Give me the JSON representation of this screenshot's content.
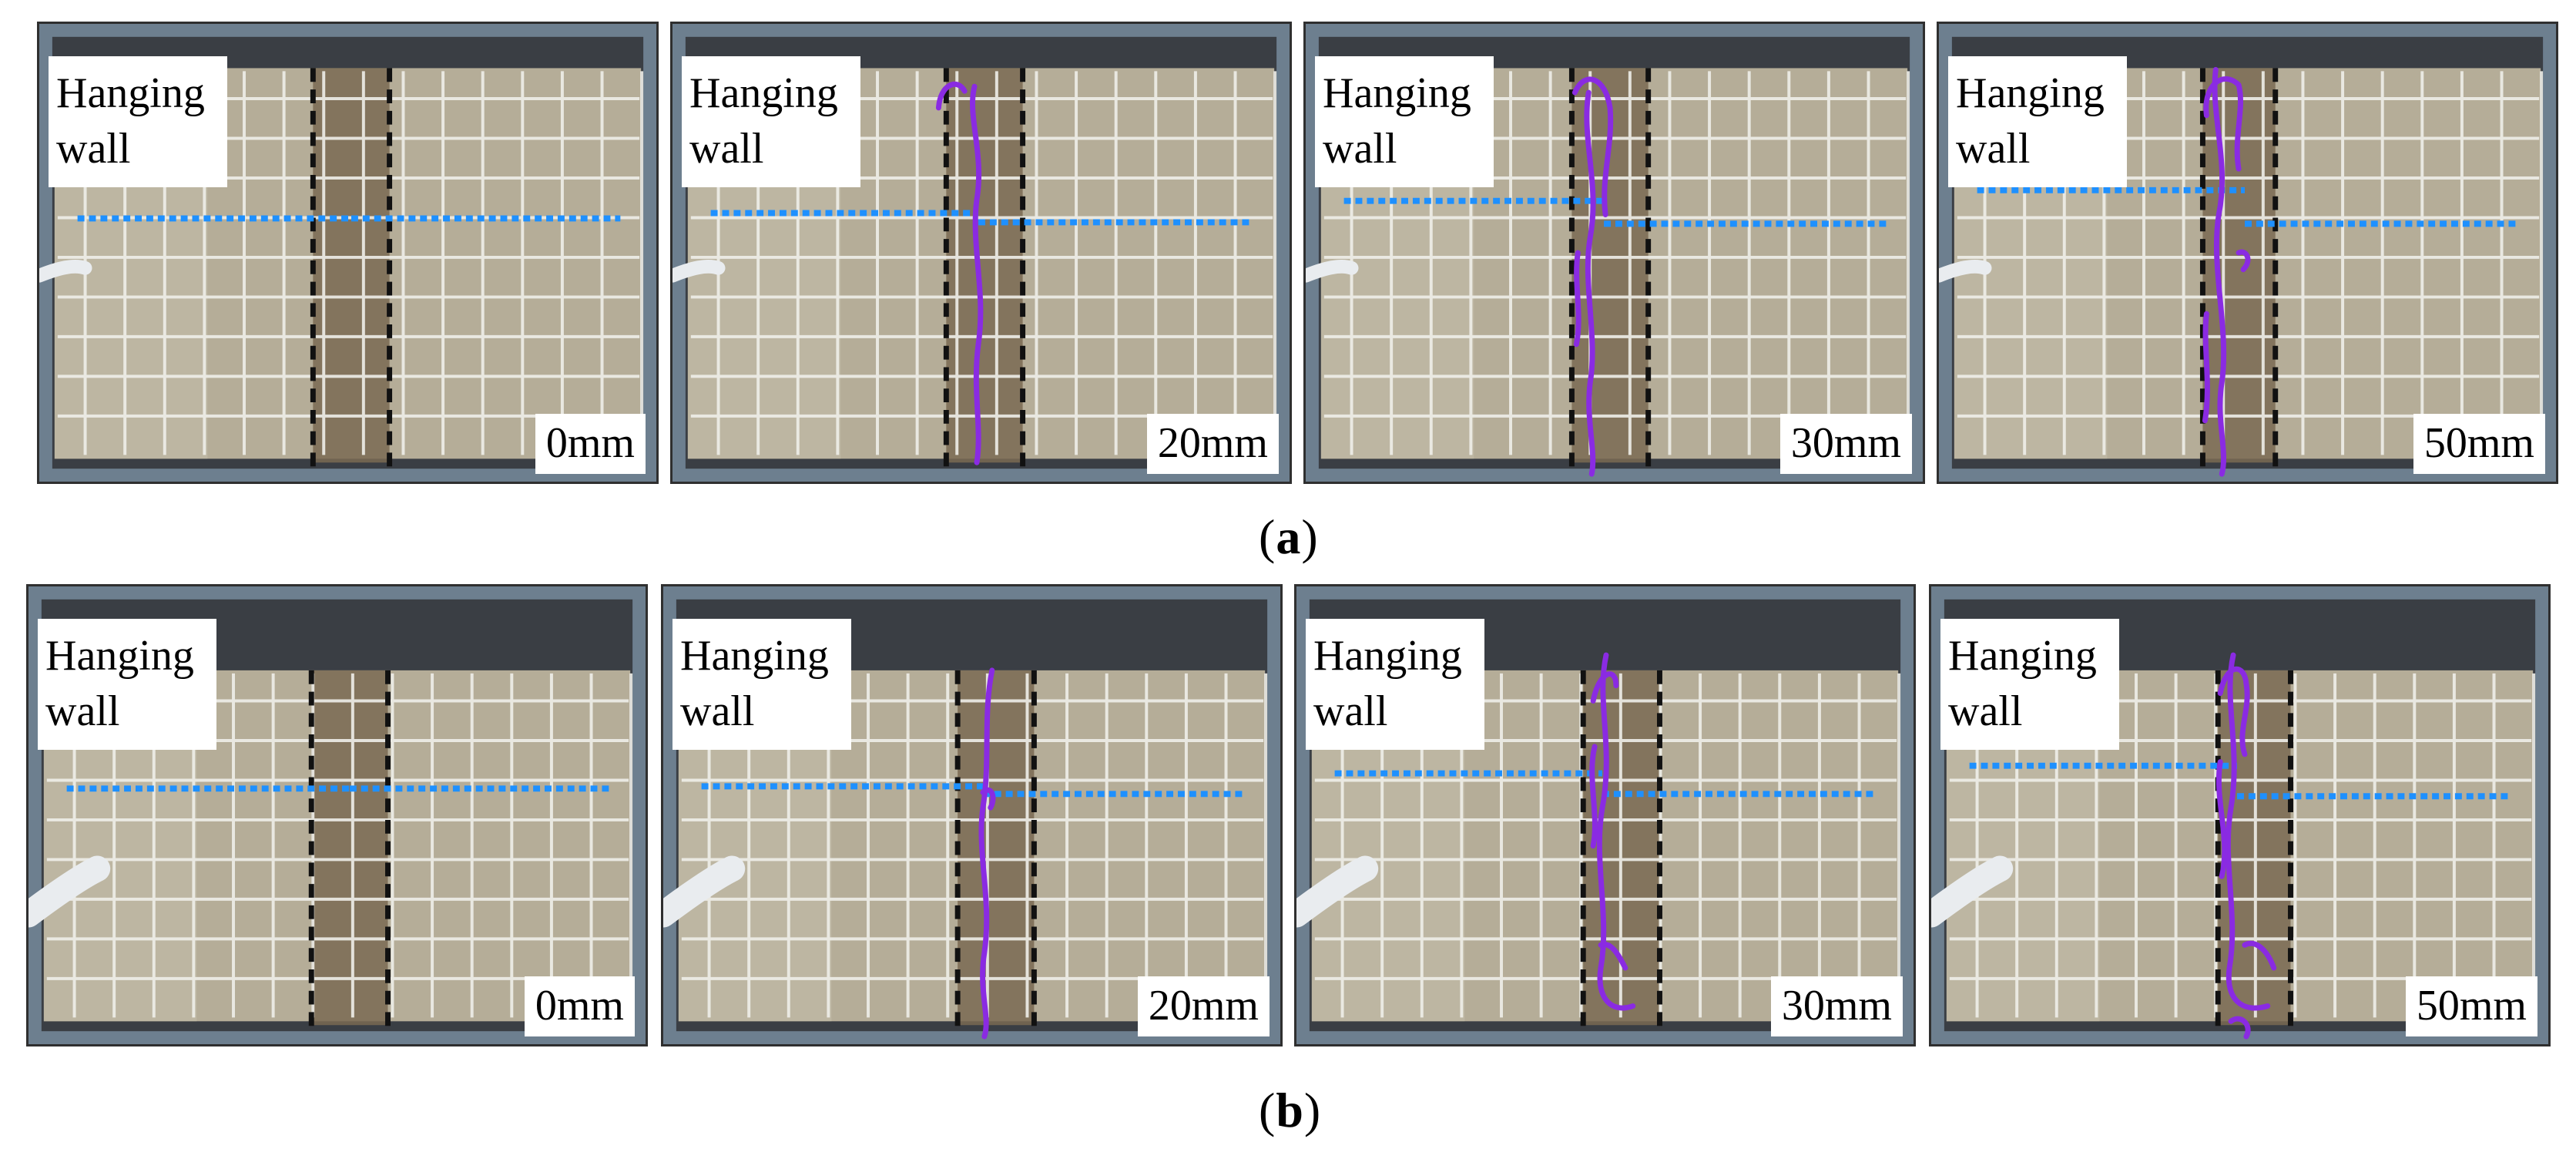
{
  "rows": [
    {
      "caption_open": "(",
      "caption_letter": "a",
      "caption_close": ")",
      "panels": [
        {
          "label_line1": "Hanging",
          "label_line2": "wall",
          "displacement": "0mm"
        },
        {
          "label_line1": "Hanging",
          "label_line2": "wall",
          "displacement": "20mm"
        },
        {
          "label_line1": "Hanging",
          "label_line2": "wall",
          "displacement": "30mm"
        },
        {
          "label_line1": "Hanging",
          "label_line2": "wall",
          "displacement": "50mm"
        }
      ]
    },
    {
      "caption_open": "(",
      "caption_letter": "b",
      "caption_close": ")",
      "panels": [
        {
          "label_line1": "Hanging",
          "label_line2": "wall",
          "displacement": "0mm"
        },
        {
          "label_line1": "Hanging",
          "label_line2": "wall",
          "displacement": "20mm"
        },
        {
          "label_line1": "Hanging",
          "label_line2": "wall",
          "displacement": "30mm"
        },
        {
          "label_line1": "Hanging",
          "label_line2": "wall",
          "displacement": "50mm"
        }
      ]
    }
  ],
  "colors": {
    "crack": "#8a2be2",
    "marker_line": "#1e90ff",
    "fault_zone_edge": "#111111",
    "sand": "#b5ad98",
    "fault_gouge": "#7a6a52",
    "grid": "#efefe9",
    "frame": "#6d7f8f"
  }
}
